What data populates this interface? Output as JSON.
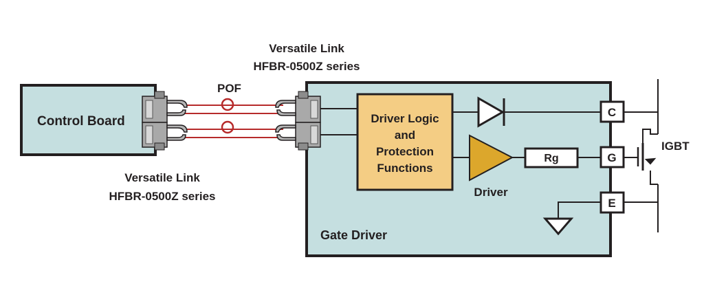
{
  "control_board": {
    "label": "Control Board"
  },
  "gate_driver": {
    "label": "Gate Driver"
  },
  "logic_block": {
    "lines": [
      "Driver Logic",
      "and",
      "Protection",
      "Functions"
    ]
  },
  "driver_label": "Driver",
  "rg_label": "Rg",
  "pins": {
    "c": "C",
    "g": "G",
    "e": "E"
  },
  "igbt_label": "IGBT",
  "pof_label": "POF",
  "versatile_link_top": {
    "line1": "Versatile Link",
    "line2": "HFBR-0500Z series"
  },
  "versatile_link_bottom": {
    "line1": "Versatile Link",
    "line2": "HFBR-0500Z series"
  },
  "colors": {
    "box_fill": "#c5dfe0",
    "logic_fill": "#f4cd84",
    "driver_fill": "#dca72c",
    "fiber": "#b62a2a",
    "line": "#231f20"
  }
}
